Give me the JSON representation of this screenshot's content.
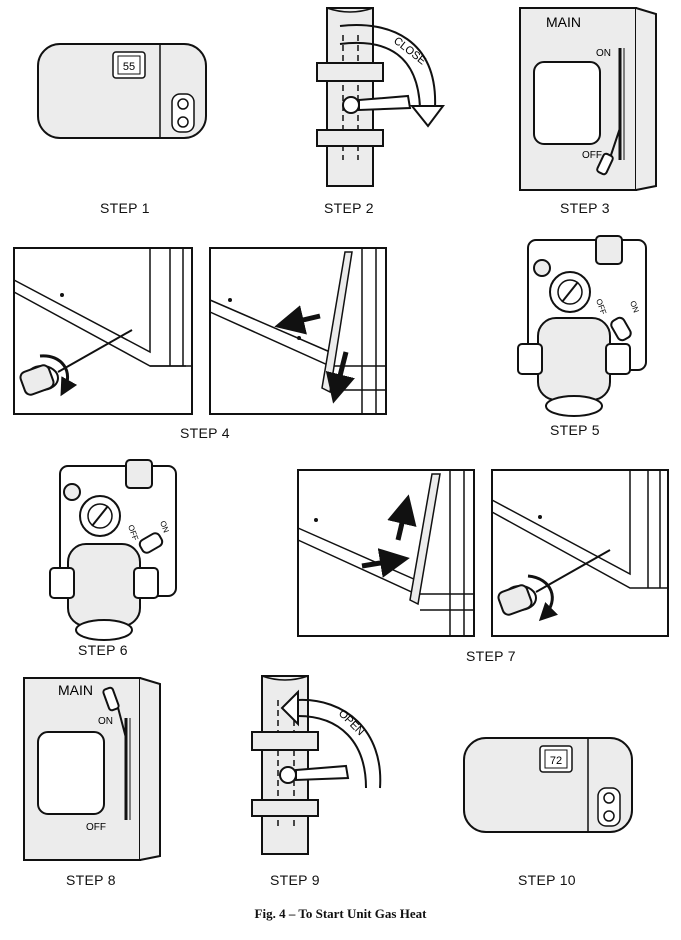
{
  "steps": [
    {
      "label": "STEP 1"
    },
    {
      "label": "STEP 2"
    },
    {
      "label": "STEP 3"
    },
    {
      "label": "STEP 4"
    },
    {
      "label": "STEP 5"
    },
    {
      "label": "STEP 6"
    },
    {
      "label": "STEP 7"
    },
    {
      "label": "STEP 8"
    },
    {
      "label": "STEP 9"
    },
    {
      "label": "STEP 10"
    }
  ],
  "thermostat_step1": {
    "display": "55"
  },
  "thermostat_step10": {
    "display": "72"
  },
  "valve_step2": {
    "arrow_text": "CLOSE"
  },
  "valve_step9": {
    "arrow_text": "OPEN"
  },
  "switch_step3": {
    "title": "MAIN",
    "on": "ON",
    "off": "OFF"
  },
  "switch_step8": {
    "title": "MAIN",
    "on": "ON",
    "off": "OFF"
  },
  "gas_valve_knob": {
    "off": "OFF",
    "on": "ON"
  },
  "caption": "Fig. 4 – To Start Unit Gas Heat",
  "colors": {
    "panel_fill": "#ececec",
    "arrow": "#111111"
  }
}
